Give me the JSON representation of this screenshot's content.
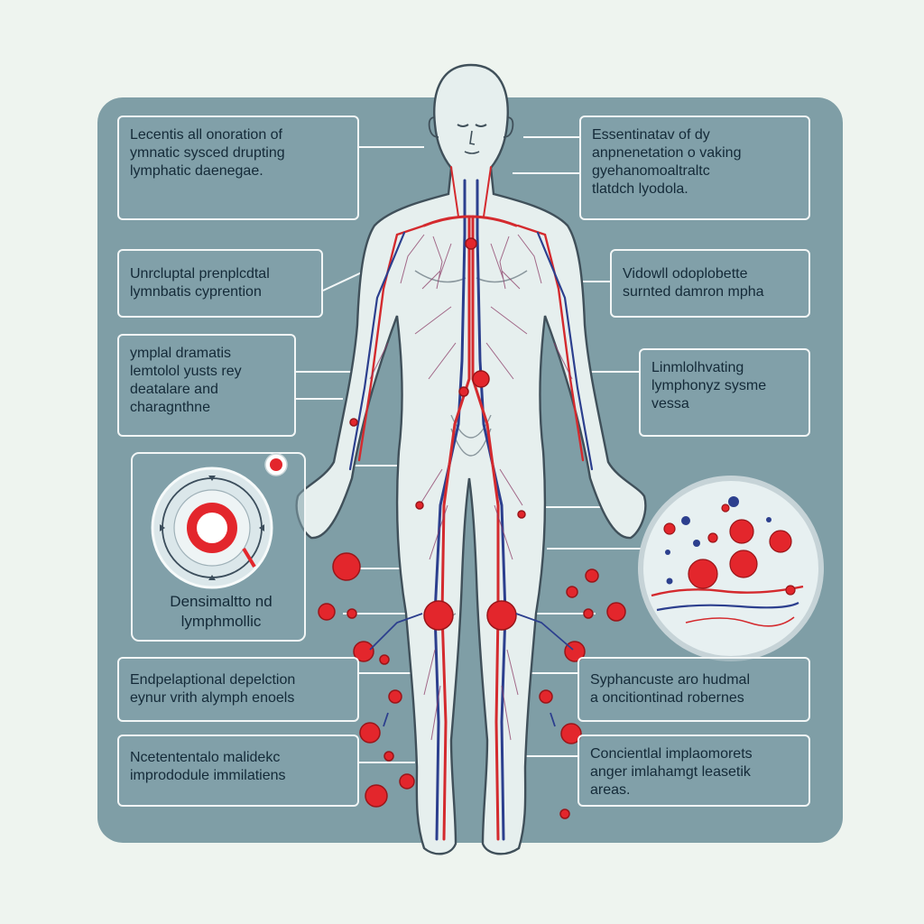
{
  "callouts": {
    "left": [
      {
        "lines": [
          "Lecentis all onoration of",
          "ymnatic sysced drupting",
          "lymphatic daenegae."
        ]
      },
      {
        "lines": [
          "Unrcluptal prenplcdtal",
          "lymnbatis cyprention"
        ]
      },
      {
        "lines": [
          "ymplal dramatis",
          "lemtolol yusts rey",
          "deatalare and",
          "charagnthne"
        ]
      },
      {
        "lines": [
          "Endpelaptional depelction",
          "eynur vrith alymph enoels"
        ]
      },
      {
        "lines": [
          "Ncetententalo malidekc",
          "imprododule immilatiens"
        ]
      }
    ],
    "right": [
      {
        "lines": [
          "Essentinatav of dy",
          "anpnenetation o vaking",
          "gyehanomoaltraltc",
          "tlatdch lyodola."
        ]
      },
      {
        "lines": [
          "Vidowll odoplobette",
          "surnted damron mpha"
        ]
      },
      {
        "lines": [
          "Linmlolhvating",
          "lymphonyz sysme",
          "vessa"
        ]
      },
      {
        "lines": [
          "Syphancuste aro hudmal",
          "a oncitiontinad robernes"
        ]
      },
      {
        "lines": [
          "Concientlal implaomorets",
          "anger imlahamgt leasetik",
          "areas."
        ]
      }
    ]
  },
  "inset_label": {
    "lines": [
      "Densimaltto nd",
      "lymphmollic"
    ]
  },
  "colors": {
    "panel": "#7f9ea6",
    "artery": "#d42a2e",
    "vein": "#2c3f8e",
    "node": "#e3262c",
    "skin": "#e6efee"
  }
}
